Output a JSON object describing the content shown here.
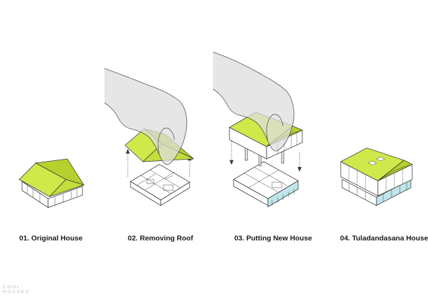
{
  "colors": {
    "roof": "#cfe84a",
    "roof_shade": "#b6d12e",
    "line": "#3a3a3a",
    "glass": "#bfe6ea",
    "hand": "#dedede"
  },
  "steps": [
    {
      "label": "01. Original House"
    },
    {
      "label": "02. Removing Roof"
    },
    {
      "label": "03. Putting New House"
    },
    {
      "label": "04. Tuladandasana House"
    }
  ],
  "watermark": {
    "line1": "COOL",
    "line2": "HOUSES"
  }
}
